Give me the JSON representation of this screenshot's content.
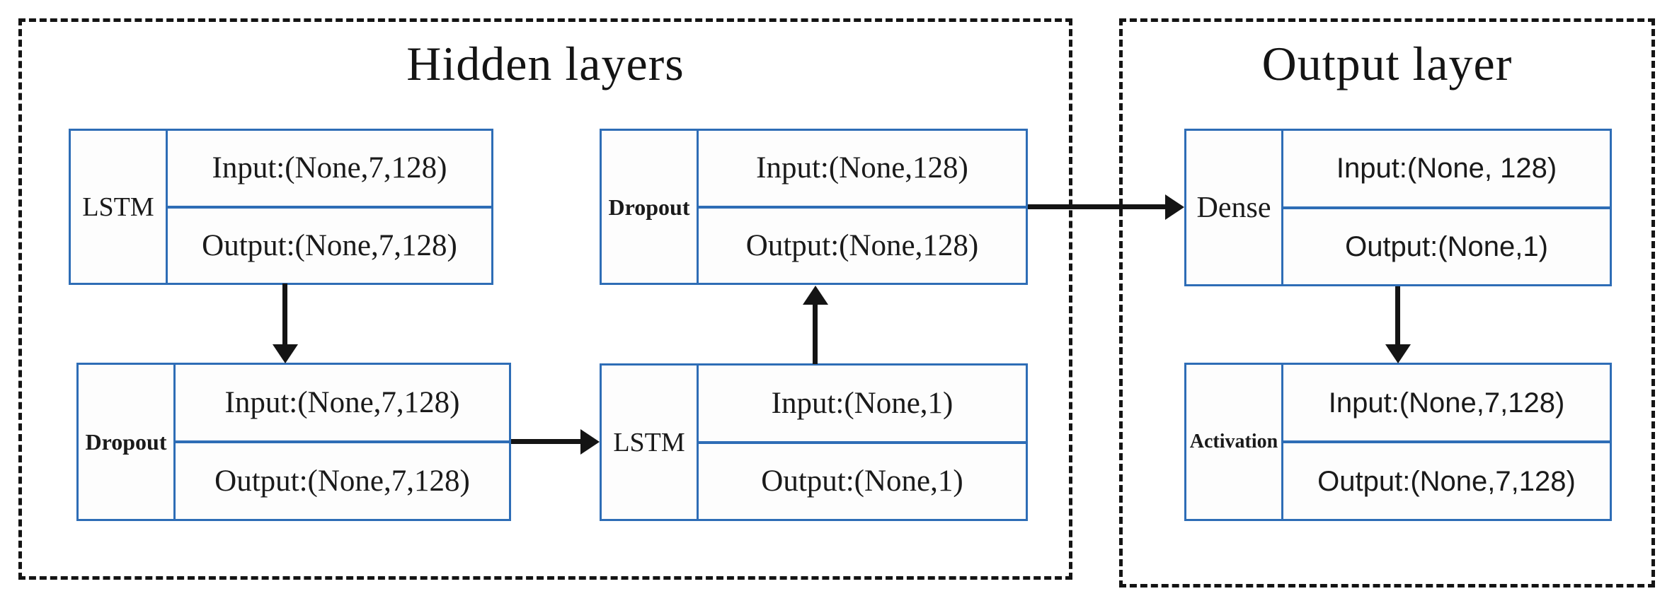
{
  "sections": {
    "hidden": {
      "title": "Hidden layers"
    },
    "output": {
      "title": "Output layer"
    }
  },
  "nodes": {
    "lstm_top": {
      "label": "LSTM",
      "input": "Input:(None,7,128)",
      "output": "Output:(None,7,128)"
    },
    "dropout_top": {
      "label": "Dropout",
      "input": "Input:(None,128)",
      "output": "Output:(None,128)"
    },
    "dense": {
      "label": "Dense",
      "input": "Input:(None, 128)",
      "output": "Output:(None,1)"
    },
    "dropout_bottom": {
      "label": "Dropout",
      "input": "Input:(None,7,128)",
      "output": "Output:(None,7,128)"
    },
    "lstm_bottom": {
      "label": "LSTM",
      "input": "Input:(None,1)",
      "output": "Output:(None,1)"
    },
    "activation": {
      "label": "Activation",
      "input": "Input:(None,7,128)",
      "output": "Output:(None,7,128)"
    }
  },
  "connections": [
    {
      "from": "lstm_top",
      "to": "dropout_bottom",
      "direction": "down"
    },
    {
      "from": "dropout_bottom",
      "to": "lstm_bottom",
      "direction": "right"
    },
    {
      "from": "lstm_bottom",
      "to": "dropout_top",
      "direction": "up"
    },
    {
      "from": "dropout_top",
      "to": "dense",
      "direction": "right"
    },
    {
      "from": "dense",
      "to": "activation",
      "direction": "down"
    }
  ],
  "colors": {
    "box_border": "#2e6db6",
    "connector": "#141414",
    "text": "#1a1a1a",
    "background": "#ffffff"
  }
}
